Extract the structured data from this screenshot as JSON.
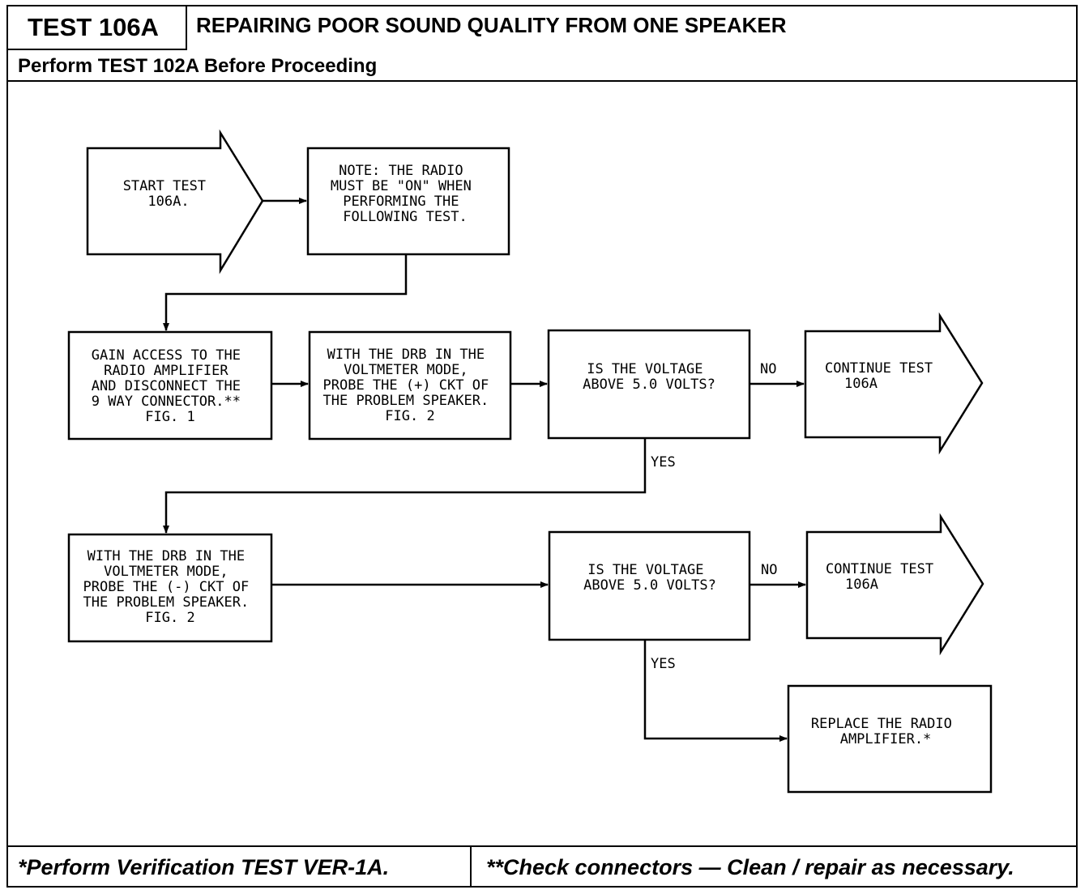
{
  "header": {
    "test_id": "TEST 106A",
    "title": "REPAIRING POOR SOUND QUALITY FROM ONE SPEAKER",
    "subtitle": "Perform TEST 102A Before Proceeding"
  },
  "nodes": {
    "start": [
      "START TEST",
      "106A."
    ],
    "note": [
      "NOTE: THE RADIO",
      "MUST BE \"ON\" WHEN",
      "PERFORMING THE",
      "FOLLOWING TEST."
    ],
    "gain_access": [
      "GAIN ACCESS TO THE",
      "RADIO AMPLIFIER",
      "AND DISCONNECT THE",
      "9 WAY CONNECTOR.**",
      "FIG. 1"
    ],
    "probe_plus": [
      "WITH THE DRB IN THE",
      "VOLTMETER MODE,",
      "PROBE THE (+) CKT OF",
      "THE PROBLEM SPEAKER.",
      "FIG. 2"
    ],
    "check_voltage_1": [
      "IS THE VOLTAGE",
      "ABOVE 5.0 VOLTS?"
    ],
    "continue_1": [
      "CONTINUE TEST",
      "106A"
    ],
    "probe_minus": [
      "WITH THE DRB IN THE",
      "VOLTMETER MODE,",
      "PROBE THE (-) CKT OF",
      "THE PROBLEM SPEAKER.",
      "FIG. 2"
    ],
    "check_voltage_2": [
      "IS THE VOLTAGE",
      "ABOVE 5.0 VOLTS?"
    ],
    "continue_2": [
      "CONTINUE TEST",
      "106A"
    ],
    "replace": [
      "REPLACE THE RADIO",
      "AMPLIFIER.*"
    ]
  },
  "edge_labels": {
    "no_1": "NO",
    "yes_1": "YES",
    "no_2": "NO",
    "yes_2": "YES"
  },
  "footer": {
    "left": "*Perform Verification TEST VER-1A.",
    "right": "**Check connectors — Clean / repair as necessary."
  }
}
